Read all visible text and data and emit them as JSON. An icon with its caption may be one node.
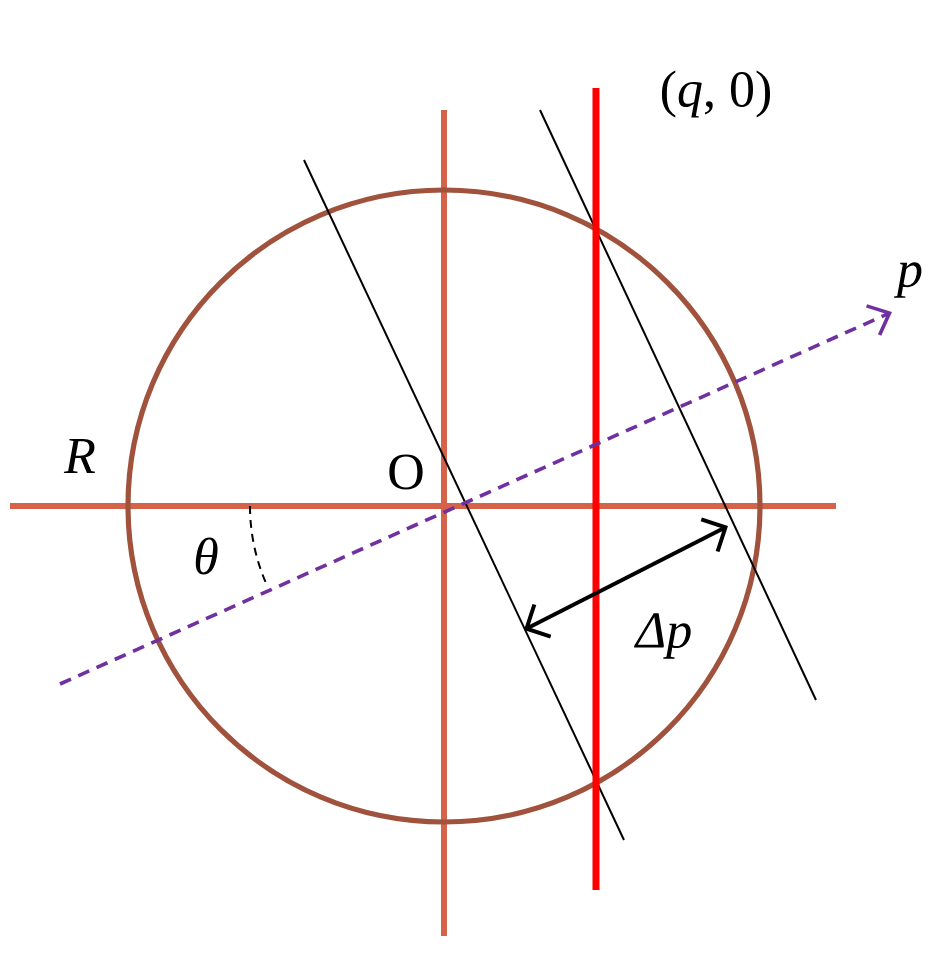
{
  "diagram": {
    "labels": [
      "(*q*, 0)",
      "p",
      "R",
      "O",
      "θ",
      "Δp"
    ]
  }
}
